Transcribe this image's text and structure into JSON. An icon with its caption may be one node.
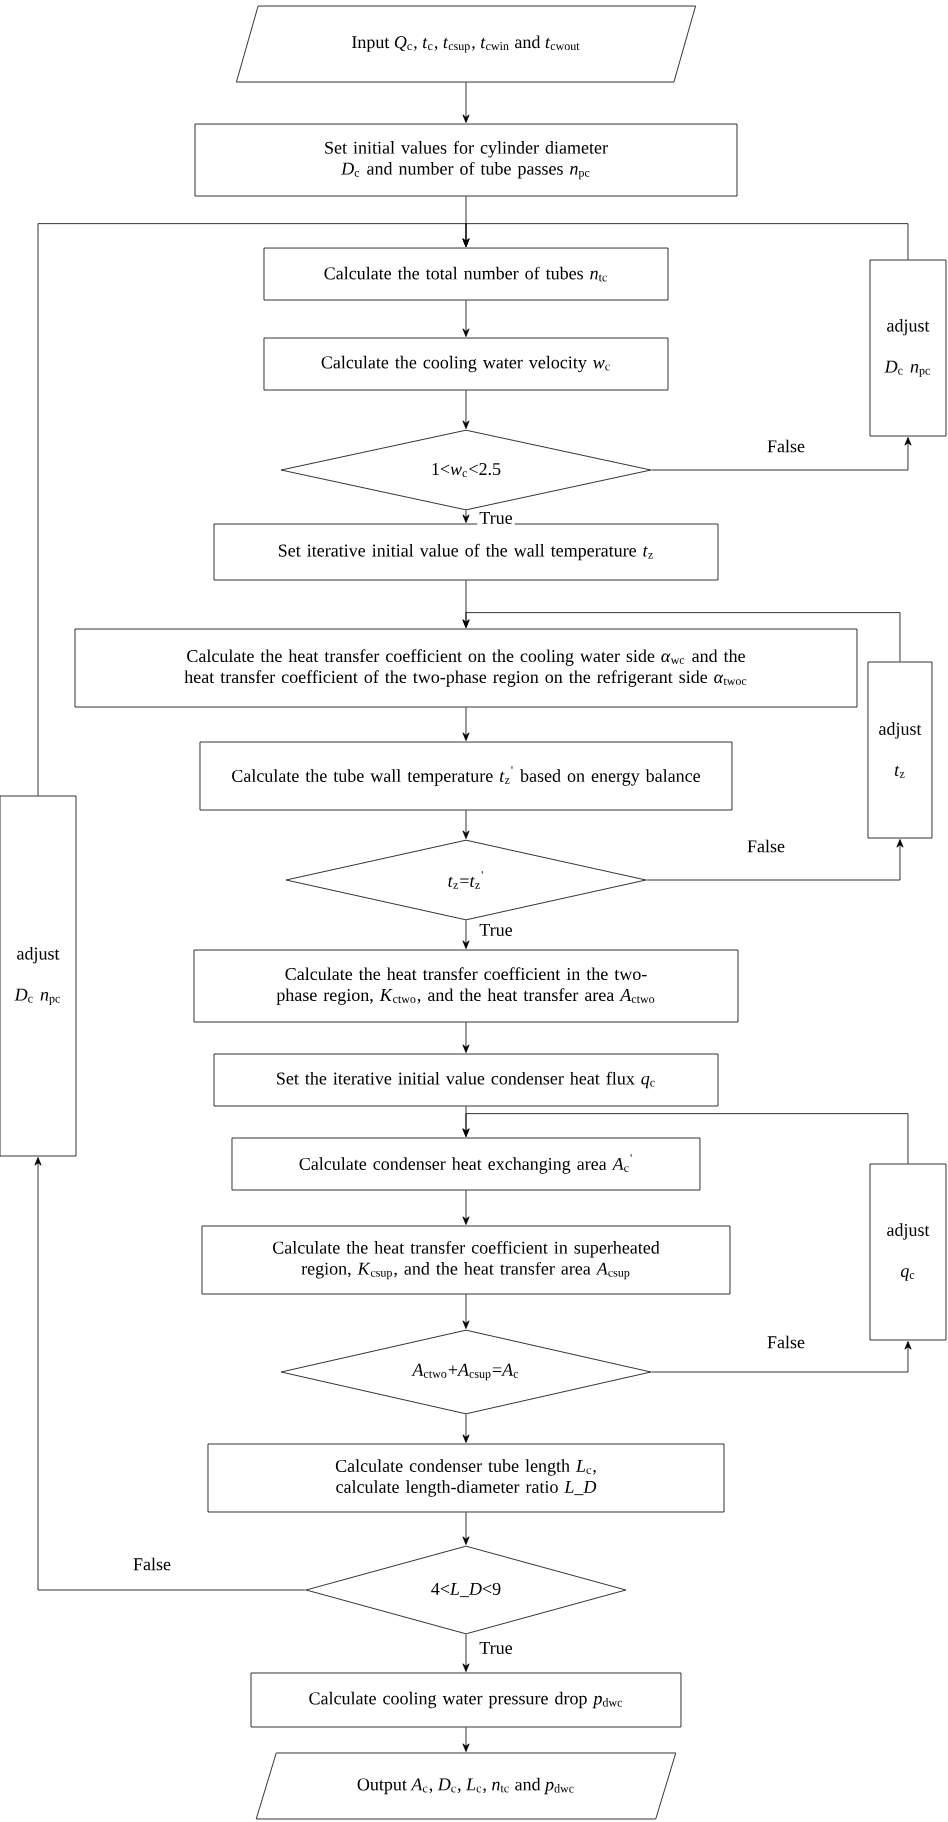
{
  "diagram": {
    "nodes": [
      {
        "text": [
          "Input *Q*$_{c}$, *t*$_{c}$, *t*$_{csup}$, *t*$_{cwin}$ and *t*$_{cwout}$"
        ]
      },
      {
        "text": [
          "Set initial values for cylinder diameter *D*$_{c}$ and number of tube passes *n*$_{pc}$"
        ]
      },
      {
        "text": [
          "Calculate the total number of tubes *n*$_{tc}$"
        ]
      },
      {
        "text": [
          "Calculate the cooling water velocity *w*$_{c}$"
        ]
      },
      {
        "text": [
          "1<*w*$_{c}$<2.5"
        ]
      },
      {
        "text": [
          "adjust",
          "*D*$_{c}$ *n*$_{pc}$"
        ]
      },
      {
        "text": [
          "Set iterative initial value of the wall temperature *t*$_{z}$"
        ]
      },
      {
        "text": [
          "Calculate the heat transfer coefficient on the cooling water side *α*$_{wc}$ and the heat transfer coefficient of the two-phase region on the refrigerant side *α*$_{twoc}$"
        ]
      },
      {
        "text": [
          "Calculate the tube wall temperature *t*$_{z}$$^{'}$ based on energy balance"
        ]
      },
      {
        "text": [
          "*t*$_{z}$=*t*$_{z}$$^{'}$"
        ]
      },
      {
        "text": [
          "adjust",
          "*t*$_{z}$"
        ]
      },
      {
        "text": [
          "Calculate the heat transfer coefficient in the two-phase region, *K*$_{ctwo}$, and the heat transfer area *A*$_{ctwo}$"
        ]
      },
      {
        "text": [
          "Set the iterative initial value condenser heat flux *q*$_{c}$"
        ]
      },
      {
        "text": [
          "Calculate condenser heat exchanging area *A*$_{c}$$^{'}$"
        ]
      },
      {
        "text": [
          "Calculate the heat transfer coefficient in superheated region, *K*$_{csup}$, and the heat transfer area *A*$_{csup}$"
        ]
      },
      {
        "text": [
          "*A*$_{ctwo}$+*A*$_{csup}$=*A*$_{c}$"
        ]
      },
      {
        "text": [
          "adjust",
          "*q*$_{c}$"
        ]
      },
      {
        "text": [
          "Calculate condenser tube length *L*$_{c}$, calculate length-diameter ratio *L_D*"
        ]
      },
      {
        "text": [
          "4<*L_D*<9"
        ]
      },
      {
        "text": [
          "adjust",
          "*D*$_{c}$ *n*$_{pc}$"
        ]
      },
      {
        "text": [
          "Calculate cooling water pressure drop *p*$_{dwc}$"
        ]
      },
      {
        "text": [
          "Output *A*$_{c}$, *D*$_{c}$, *L*$_{c}$, *n*$_{tc}$ and *p*$_{dwc}$"
        ]
      }
    ],
    "edges": [
      {
        "from": 0,
        "to": 1,
        "arrow": "to"
      },
      {
        "from": 1,
        "to": 2,
        "arrow": "to"
      },
      {
        "from": 2,
        "to": 3,
        "arrow": "to"
      },
      {
        "from": 3,
        "to": 4,
        "arrow": "to"
      },
      {
        "from": 4,
        "to": 5,
        "arrow": "to",
        "label": "False"
      },
      {
        "from": 4,
        "to": 6,
        "arrow": "to",
        "label": "True"
      },
      {
        "from": 5,
        "to": 2,
        "arrow": "to"
      },
      {
        "from": 6,
        "to": 7,
        "arrow": "to"
      },
      {
        "from": 7,
        "to": 8,
        "arrow": "to"
      },
      {
        "from": 8,
        "to": 9,
        "arrow": "to"
      },
      {
        "from": 9,
        "to": 10,
        "arrow": "to",
        "label": "False"
      },
      {
        "from": 10,
        "to": 7,
        "arrow": "to"
      },
      {
        "from": 9,
        "to": 11,
        "arrow": "to",
        "label": "True"
      },
      {
        "from": 11,
        "to": 12,
        "arrow": "to"
      },
      {
        "from": 12,
        "to": 13,
        "arrow": "to"
      },
      {
        "from": 13,
        "to": 14,
        "arrow": "to"
      },
      {
        "from": 14,
        "to": 15,
        "arrow": "to"
      },
      {
        "from": 15,
        "to": 16,
        "arrow": "to",
        "label": "False"
      },
      {
        "from": 16,
        "to": 13,
        "arrow": "to"
      },
      {
        "from": 15,
        "to": 17,
        "arrow": "to"
      },
      {
        "from": 17,
        "to": 18,
        "arrow": "to"
      },
      {
        "from": 18,
        "to": 19,
        "arrow": "to",
        "label": "False"
      },
      {
        "from": 19,
        "to": 2,
        "arrow": "to"
      },
      {
        "from": 18,
        "to": 20,
        "arrow": "to",
        "label": "True"
      },
      {
        "from": 20,
        "to": 21,
        "arrow": "to"
      }
    ]
  }
}
